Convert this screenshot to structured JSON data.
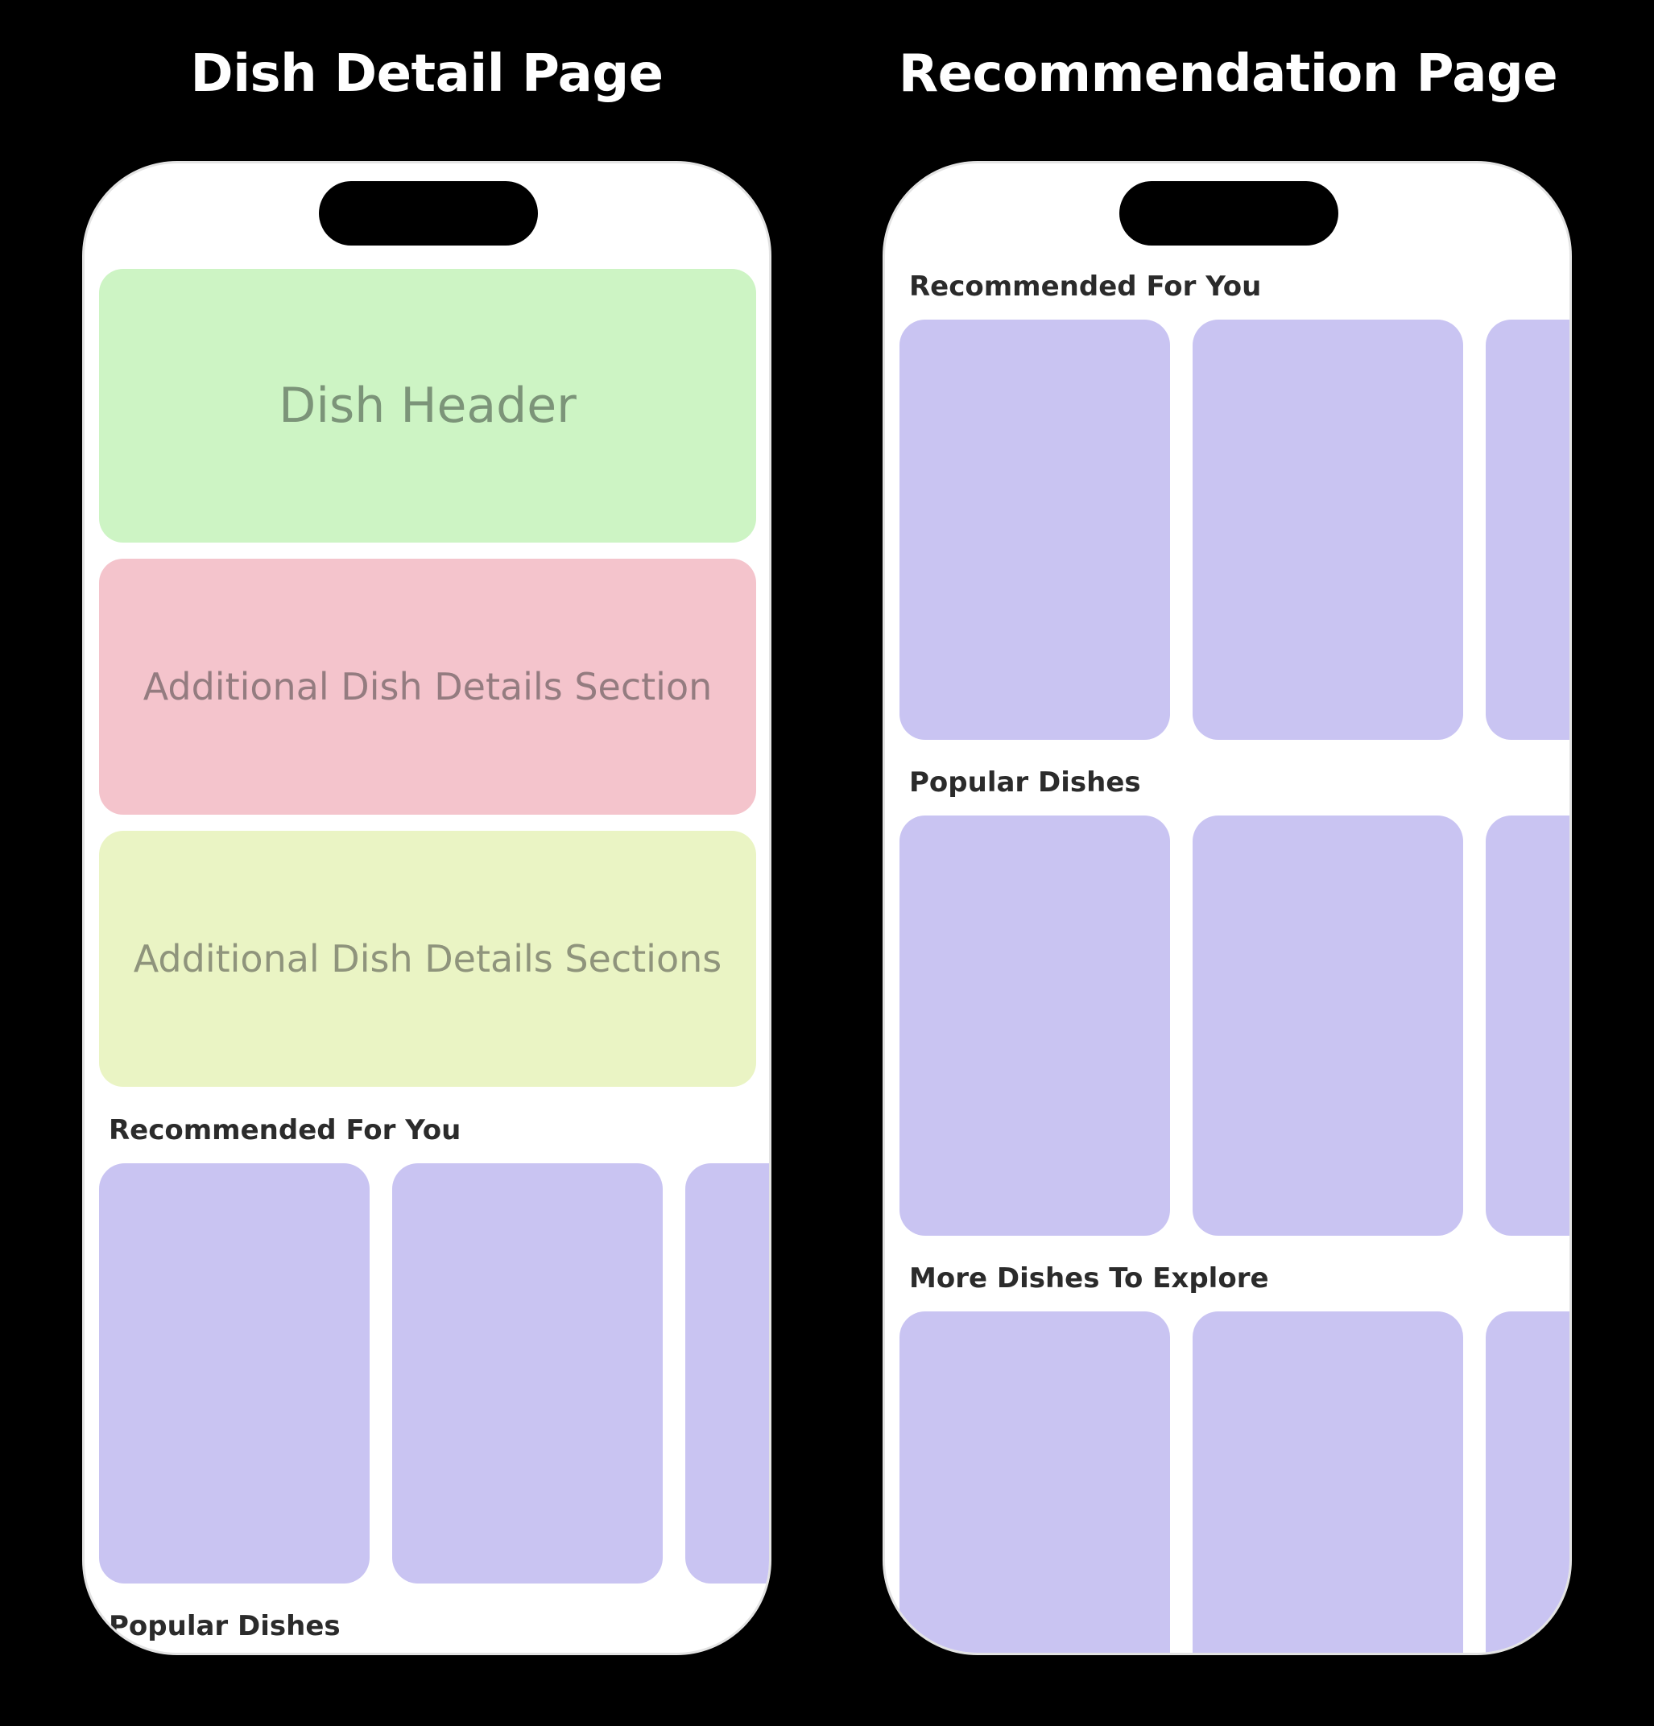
{
  "left_page": {
    "title": "Dish Detail Page",
    "header_block": "Dish Header",
    "section_block": "Additional Dish Details Section",
    "sections_block": "Additional Dish Details Sections",
    "section_labels": [
      "Recommended For You",
      "Popular Dishes"
    ]
  },
  "right_page": {
    "title": "Recommendation Page",
    "section_labels": [
      "Recommended For You",
      "Popular Dishes",
      "More Dishes To Explore"
    ]
  },
  "colors": {
    "background": "#000000",
    "phone": "#ffffff",
    "header_block": "#cdf4c4",
    "section_block": "#f4c4cc",
    "sections_block": "#eaf4c4",
    "card": "#c9c4f2"
  }
}
